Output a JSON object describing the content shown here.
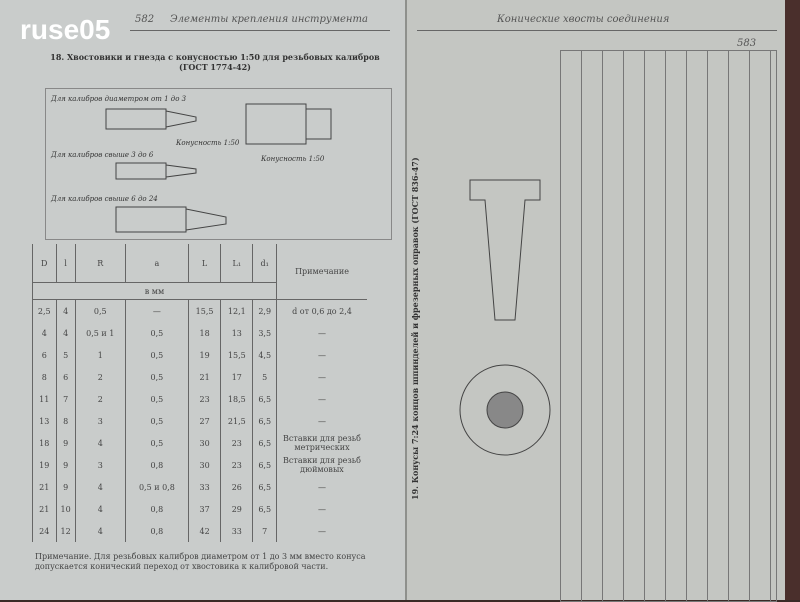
{
  "watermark": "ruse05",
  "left": {
    "page_no": "582",
    "header": "Элементы крепления инструмента",
    "title": "18. Хвостовики и гнезда с конусностью 1:50 для резьбовых калибров",
    "title_std": "(ГОСТ 1774-42)",
    "drawing_labels": [
      "Для калибров диаметром от 1 до 3",
      "Конусность 1:50",
      "Для калибров свыше 3 до 6",
      "Для калибров свыше 6 до 24",
      "Конусность 1:50"
    ],
    "columns": [
      "D",
      "l",
      "R",
      "a",
      "L",
      "L₁",
      "d₁",
      "Примечание"
    ],
    "units": "в мм",
    "rows": [
      [
        "2,5",
        "4",
        "0,5",
        "—",
        "15,5",
        "12,1",
        "2,9",
        "d от 0,6 до 2,4"
      ],
      [
        "4",
        "4",
        "0,5 и 1",
        "0,5",
        "18",
        "13",
        "3,5",
        "—"
      ],
      [
        "6",
        "5",
        "1",
        "0,5",
        "19",
        "15,5",
        "4,5",
        "—"
      ],
      [
        "8",
        "6",
        "2",
        "0,5",
        "21",
        "17",
        "5",
        "—"
      ],
      [
        "11",
        "7",
        "2",
        "0,5",
        "23",
        "18,5",
        "6,5",
        "—"
      ],
      [
        "13",
        "8",
        "3",
        "0,5",
        "27",
        "21,5",
        "6,5",
        "—"
      ],
      [
        "18",
        "9",
        "4",
        "0,5",
        "30",
        "23",
        "6,5",
        "Вставки для резьб метрических"
      ],
      [
        "19",
        "9",
        "3",
        "0,8",
        "30",
        "23",
        "6,5",
        "Вставки для резьб дюймовых"
      ],
      [
        "21",
        "9",
        "4",
        "0,5 и 0,8",
        "33",
        "26",
        "6,5",
        "—"
      ],
      [
        "21",
        "10",
        "4",
        "0,8",
        "37",
        "29",
        "6,5",
        "—"
      ],
      [
        "24",
        "12",
        "4",
        "0,8",
        "42",
        "33",
        "7",
        "—"
      ]
    ],
    "note": "Примечание. Для резьбовых калибров диаметром от 1 до 3 мм вместо конуса допускается конический переход от хвостовика к калибровой части."
  },
  "right": {
    "header": "Конические хвосты соединения",
    "page_no": "583",
    "title": "19. Конусы 7:24 концов шпинделей и фрезерных оправок (ГОСТ 836-47)"
  }
}
